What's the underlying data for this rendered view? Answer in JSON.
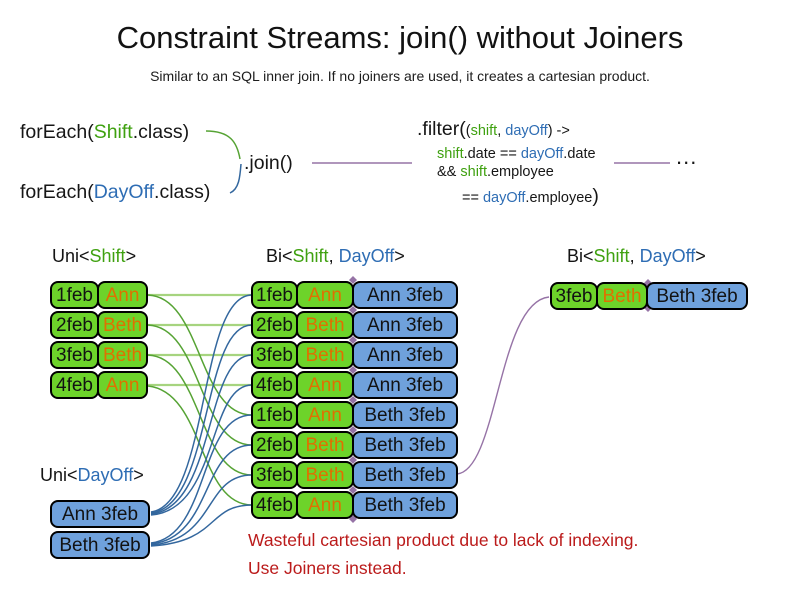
{
  "slide": {
    "title": "Constraint Streams: join() without Joiners",
    "subtitle": "Similar to an SQL inner join. If no joiners are used, it creates a cartesian product."
  },
  "code": {
    "foreach_shift": {
      "fn": "forEach(",
      "arg": "Shift",
      "rest": ".class)"
    },
    "foreach_dayoff": {
      "fn": "forEach(",
      "arg": "DayOff",
      "rest": ".class)"
    },
    "join": ".join()",
    "filter": {
      "head": ".filter(",
      "p_open": "(",
      "arg1": "shift",
      "sep": ", ",
      "arg2": "dayOff",
      "p_close": ") ->",
      "l2_a": "shift",
      "l2_b": ".date == ",
      "l2_c": "dayOff",
      "l2_d": ".date",
      "l3_a": "&& ",
      "l3_b": "shift",
      "l3_c": ".employee",
      "l4_a": "== ",
      "l4_b": "dayOff",
      "l4_c": ".employee",
      "l4_close": ")"
    },
    "ellipsis": "..."
  },
  "labels": {
    "uni_shift": {
      "pre": "Uni<",
      "type1": "Shift",
      "post": ">"
    },
    "bi_main": {
      "pre": "Bi<",
      "type1": "Shift",
      "sep": ", ",
      "type2": "DayOff",
      "post": ">"
    },
    "bi_result": {
      "pre": "Bi<",
      "type1": "Shift",
      "sep": ", ",
      "type2": "DayOff",
      "post": ">"
    },
    "uni_dayoff": {
      "pre": "Uni<",
      "type2": "DayOff",
      "post": ">"
    }
  },
  "uni_shift_rows": [
    {
      "date": "1feb",
      "name": "Ann"
    },
    {
      "date": "2feb",
      "name": "Beth"
    },
    {
      "date": "3feb",
      "name": "Beth"
    },
    {
      "date": "4feb",
      "name": "Ann"
    }
  ],
  "bi_rows": [
    {
      "date": "1feb",
      "name": "Ann",
      "pair": "Ann 3feb"
    },
    {
      "date": "2feb",
      "name": "Beth",
      "pair": "Ann 3feb"
    },
    {
      "date": "3feb",
      "name": "Beth",
      "pair": "Ann 3feb"
    },
    {
      "date": "4feb",
      "name": "Ann",
      "pair": "Ann 3feb"
    },
    {
      "date": "1feb",
      "name": "Ann",
      "pair": "Beth 3feb"
    },
    {
      "date": "2feb",
      "name": "Beth",
      "pair": "Beth 3feb"
    },
    {
      "date": "3feb",
      "name": "Beth",
      "pair": "Beth 3feb"
    },
    {
      "date": "4feb",
      "name": "Ann",
      "pair": "Beth 3feb"
    }
  ],
  "bi_result_row": {
    "date": "3feb",
    "name": "Beth",
    "pair": "Beth 3feb"
  },
  "uni_dayoff_rows": [
    {
      "pair": "Ann 3feb"
    },
    {
      "pair": "Beth 3feb"
    }
  ],
  "footnote": {
    "line1": "Wasteful cartesian product due to lack of indexing.",
    "line2": "Use Joiners instead."
  },
  "colors": {
    "shift_green": "#3fa110",
    "dayoff_blue": "#2e6db4",
    "name_orange": "#e07000",
    "green_fill": "#6dd32a",
    "blue_fill": "#6fa1dc",
    "line_green": "#56a334",
    "line_green_light": "#a6d47f",
    "line_blue": "#33679e",
    "line_purple": "#9673a6",
    "warning_red": "#bb1b1b"
  }
}
